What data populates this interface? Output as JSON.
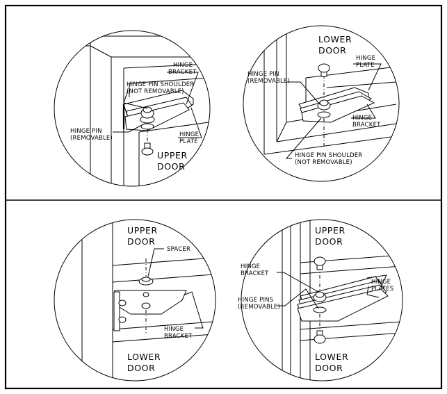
{
  "panels": {
    "top_left": {
      "hinge_bracket": [
        "HINGE",
        "BRACKET"
      ],
      "hinge_pin_shoulder": [
        "HINGE PIN SHOULDER",
        "(NOT REMOVABLE)"
      ],
      "hinge_pin": [
        "HINGE PIN",
        "(REMOVABLE)"
      ],
      "hinge_plate": [
        "HINGE",
        "PLATE"
      ],
      "door": [
        "UPPER",
        "DOOR"
      ]
    },
    "top_right": {
      "door": [
        "LOWER",
        "DOOR"
      ],
      "hinge_plate": [
        "HINGE",
        "PLATE"
      ],
      "hinge_pin": [
        "HINGE PIN",
        "(REMOVABLE)"
      ],
      "hinge_bracket": [
        "HINGE",
        "BRACKET"
      ],
      "hinge_pin_shoulder": [
        "HINGE PIN SHOULDER",
        "(NOT REMOVABLE)"
      ]
    },
    "bottom_left": {
      "upper_door": [
        "UPPER",
        "DOOR"
      ],
      "spacer": "SPACER",
      "hinge_bracket": [
        "HINGE",
        "BRACKET"
      ],
      "lower_door": [
        "LOWER",
        "DOOR"
      ]
    },
    "bottom_right": {
      "upper_door": [
        "UPPER",
        "DOOR"
      ],
      "hinge_bracket": [
        "HINGE",
        "BRACKET"
      ],
      "hinge_pins": [
        "HINGE PINS",
        "(REMOVABLE)"
      ],
      "hinge_plates": [
        "HINGE",
        "PLATES"
      ],
      "lower_door": [
        "LOWER",
        "DOOR"
      ]
    }
  }
}
